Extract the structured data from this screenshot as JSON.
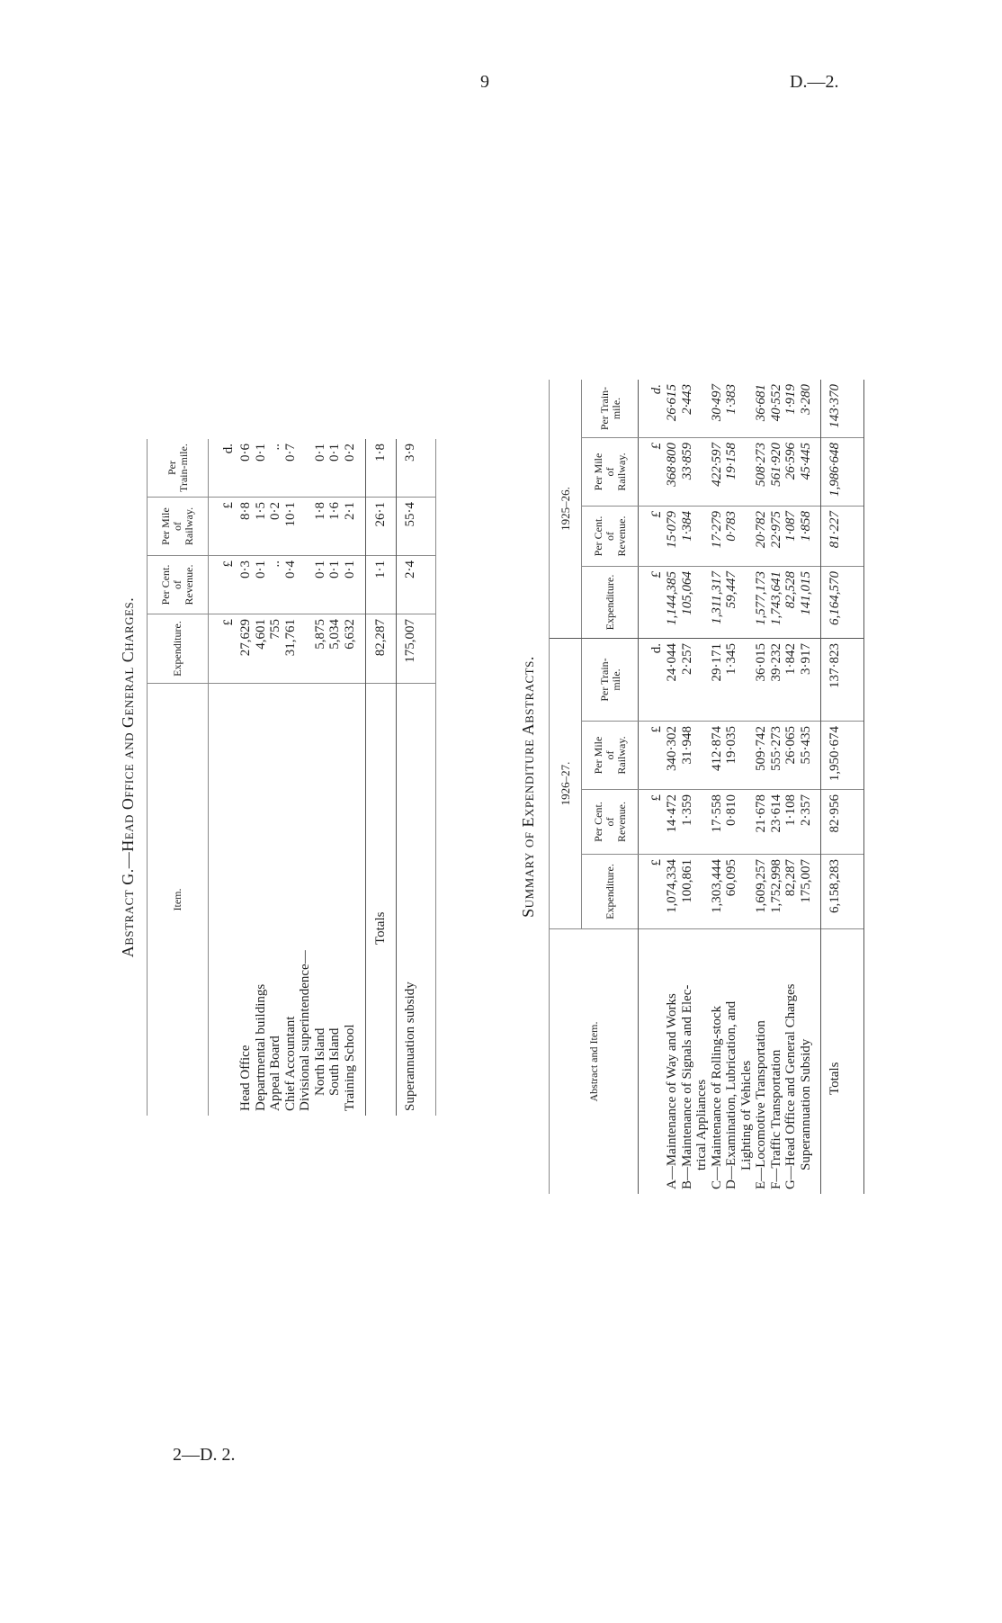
{
  "header": {
    "page_number": "9",
    "doc_ref": "D.—2.",
    "signature": "2—D. 2."
  },
  "abstract_g": {
    "title": "Abstract G.—Head Office and General Charges.",
    "columns": [
      "Item.",
      "Expenditure.",
      "Per Cent.\nof\nRevenue.",
      "Per Mile\nof\nRailway.",
      "Per\nTrain-mile."
    ],
    "units": [
      "",
      "£",
      "£",
      "£",
      "d."
    ],
    "rows": [
      {
        "label": "Head Office",
        "indent": 0,
        "values": [
          "27,629",
          "0·3",
          "8·8",
          "0·6"
        ]
      },
      {
        "label": "Departmental buildings",
        "indent": 0,
        "values": [
          "4,601",
          "0·1",
          "1·5",
          "0·1"
        ]
      },
      {
        "label": "Appeal Board",
        "indent": 0,
        "values": [
          "755",
          "..",
          "0·2",
          ".."
        ]
      },
      {
        "label": "Chief Accountant",
        "indent": 0,
        "values": [
          "31,761",
          "0·4",
          "10·1",
          "0·7"
        ]
      },
      {
        "label": "Divisional superintendence—",
        "indent": 0,
        "values": [
          "",
          "",
          "",
          ""
        ]
      },
      {
        "label": "North Island",
        "indent": 1,
        "values": [
          "5,875",
          "0·1",
          "1·8",
          "0·1"
        ]
      },
      {
        "label": "South Island",
        "indent": 1,
        "values": [
          "5,034",
          "0·1",
          "1·6",
          "0·1"
        ]
      },
      {
        "label": "Training School",
        "indent": 0,
        "values": [
          "6,632",
          "0·1",
          "2·1",
          "0·2"
        ]
      }
    ],
    "totals": {
      "label": "Totals",
      "values": [
        "82,287",
        "1·1",
        "26·1",
        "1·8"
      ]
    },
    "extra": {
      "label": "Superannuation subsidy",
      "values": [
        "175,007",
        "2·4",
        "55·4",
        "3·9"
      ]
    }
  },
  "summary": {
    "title": "Summary of Expenditure Abstracts.",
    "item_header": "Abstract and Item.",
    "groups": [
      "1926–27.",
      "1925–26."
    ],
    "columns": [
      "Expenditure.",
      "Per Cent.\nof\nRevenue.",
      "Per Mile\nof\nRailway.",
      "Per Train-\nmile.",
      "Expenditure.",
      "Per Cent.\nof\nRevenue.",
      "Per Mile\nof\nRailway.",
      "Per Train-\nmile."
    ],
    "units": [
      "£",
      "£",
      "£",
      "d.",
      "£",
      "£",
      "£",
      "d."
    ],
    "rows": [
      {
        "lines": [
          "A—Maintenance of Way and Works"
        ],
        "values": [
          "1,074,334",
          "14·472",
          "340·302",
          "24·044",
          "1,144,385",
          "15·079",
          "368·800",
          "26·615"
        ]
      },
      {
        "lines": [
          "B—Maintenance of Signals and Elec-",
          "trical Appliances"
        ],
        "values": [
          "100,861",
          "1·359",
          "31·948",
          "2·257",
          "105,064",
          "1·384",
          "33·859",
          "2·443"
        ]
      },
      {
        "lines": [
          "C—Maintenance of Rolling-stock"
        ],
        "values": [
          "1,303,444",
          "17·558",
          "412·874",
          "29·171",
          "1,311,317",
          "17·279",
          "422·597",
          "30·497"
        ]
      },
      {
        "lines": [
          "D—Examination, Lubrication, and",
          "Lighting of Vehicles"
        ],
        "values": [
          "60,095",
          "0·810",
          "19·035",
          "1·345",
          "59,447",
          "0·783",
          "19·158",
          "1·383"
        ]
      },
      {
        "lines": [
          "E—Locomotive Transportation"
        ],
        "values": [
          "1,609,257",
          "21·678",
          "509·742",
          "36·015",
          "1,577,173",
          "20·782",
          "508·273",
          "36·681"
        ]
      },
      {
        "lines": [
          "F—Traffic Transportation"
        ],
        "values": [
          "1,752,998",
          "23·614",
          "555·273",
          "39·232",
          "1,743,641",
          "22·975",
          "561·920",
          "40·552"
        ]
      },
      {
        "lines": [
          "G—Head Office and General Charges"
        ],
        "values": [
          "82,287",
          "1·108",
          "26·065",
          "1·842",
          "82,528",
          "1·087",
          "26·596",
          "1·919"
        ]
      },
      {
        "lines": [
          "Superannuation Subsidy"
        ],
        "indent": 1,
        "values": [
          "175,007",
          "2·357",
          "55·435",
          "3·917",
          "141,015",
          "1·858",
          "45·445",
          "3·280"
        ]
      }
    ],
    "totals": {
      "label": "Totals",
      "values": [
        "6,158,283",
        "82·956",
        "1,950·674",
        "137·823",
        "6,164,570",
        "81·227",
        "1,986·648",
        "143·370"
      ]
    }
  }
}
